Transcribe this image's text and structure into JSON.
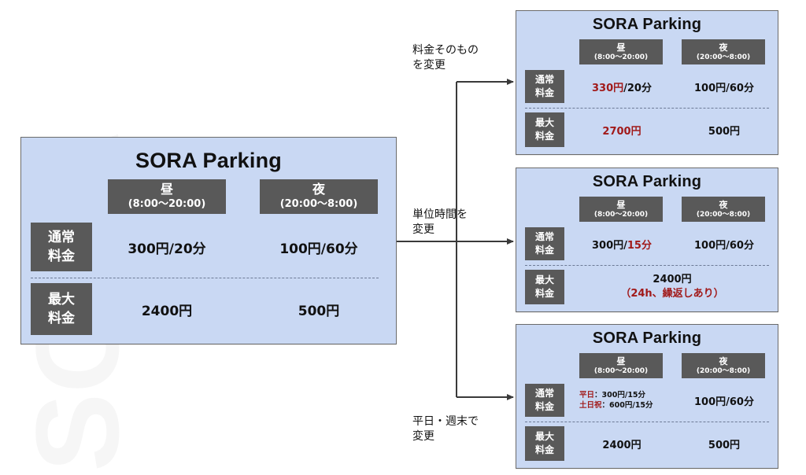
{
  "watermark": "SORA",
  "colors": {
    "board_bg": "#c9d8f3",
    "header_bg": "#595959",
    "accent_red": "#a11a1a",
    "arrow": "#3a3a3a"
  },
  "main": {
    "title": "SORA Parking",
    "day_header": "昼",
    "day_hours": "(8:00〜20:00)",
    "night_header": "夜",
    "night_hours": "(20:00〜8:00)",
    "normal_label": [
      "通常",
      "料金"
    ],
    "max_label": [
      "最大",
      "料金"
    ],
    "day_normal": "300円/20分",
    "night_normal": "100円/60分",
    "day_max": "2400円",
    "night_max": "500円"
  },
  "captions": {
    "fee_change": [
      "料金そのもの",
      "を変更"
    ],
    "unit_change": [
      "単位時間を",
      "変更"
    ],
    "weekday_change": [
      "平日・週末で",
      "変更"
    ]
  },
  "variant_fee": {
    "title": "SORA Parking",
    "day_header": "昼",
    "day_hours": "(8:00〜20:00)",
    "night_header": "夜",
    "night_hours": "(20:00〜8:00)",
    "normal_label": [
      "通常",
      "料金"
    ],
    "max_label": [
      "最大",
      "料金"
    ],
    "day_normal_red": "330円",
    "day_normal_rest": "/20分",
    "night_normal": "100円/60分",
    "day_max": "2700円",
    "night_max": "500円"
  },
  "variant_unit": {
    "title": "SORA Parking",
    "day_header": "昼",
    "day_hours": "(8:00〜20:00)",
    "night_header": "夜",
    "night_hours": "(20:00〜8:00)",
    "normal_label": [
      "通常",
      "料金"
    ],
    "max_label": [
      "最大",
      "料金"
    ],
    "day_normal_base": "300円/",
    "day_normal_red": "15分",
    "night_normal": "100円/60分",
    "max_value": "2400円",
    "max_note": "（24h、繰返しあり）"
  },
  "variant_week": {
    "title": "SORA Parking",
    "day_header": "昼",
    "day_hours": "(8:00〜20:00)",
    "night_header": "夜",
    "night_hours": "(20:00〜8:00)",
    "normal_label": [
      "通常",
      "料金"
    ],
    "max_label": [
      "最大",
      "料金"
    ],
    "weekday_label": "平日",
    "weekday_value": "：300円/15分",
    "weekend_label": "土日祝",
    "weekend_value": "：600円/15分",
    "night_normal": "100円/60分",
    "day_max": "2400円",
    "night_max": "500円"
  }
}
